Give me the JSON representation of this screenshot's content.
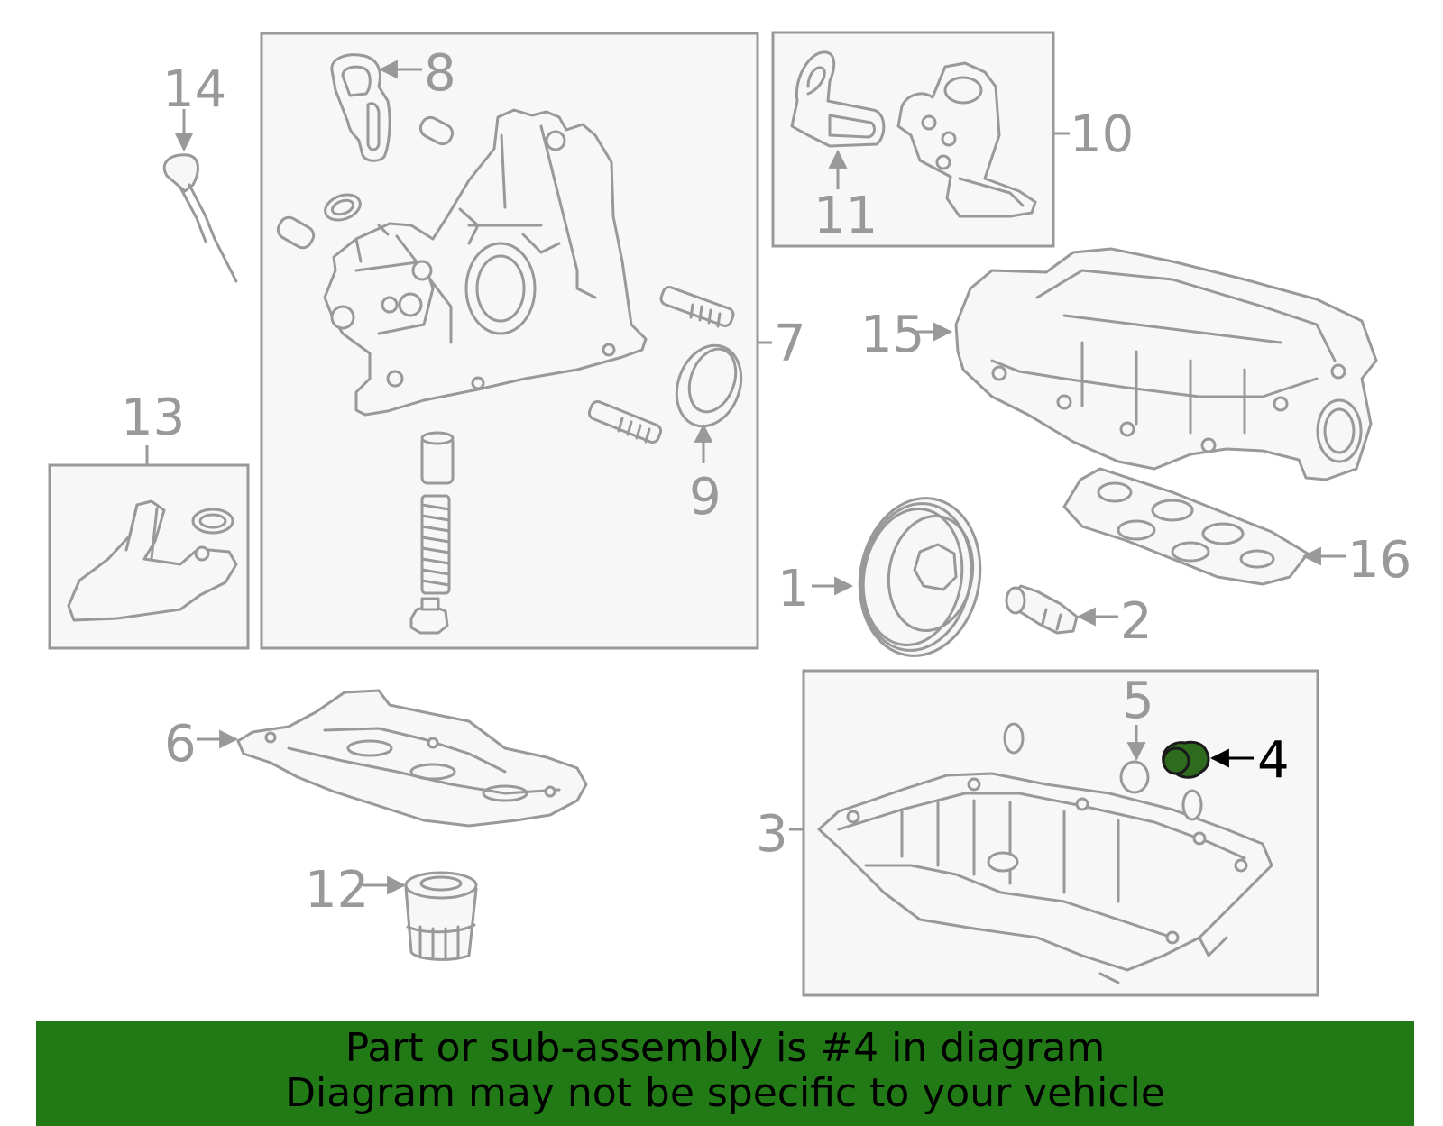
{
  "callouts": {
    "c1": "1",
    "c2": "2",
    "c3": "3",
    "c4": "4",
    "c5": "5",
    "c6": "6",
    "c7": "7",
    "c8": "8",
    "c9": "9",
    "c10": "10",
    "c11": "11",
    "c12": "12",
    "c13": "13",
    "c14": "14",
    "c15": "15",
    "c16": "16"
  },
  "highlighted_part": "4",
  "colors": {
    "line": "#999999",
    "highlight_fill": "#2e6b1e",
    "banner_bg": "#227a17",
    "text_active": "#000000"
  },
  "banner": {
    "line1": "Part or sub-assembly is #4 in diagram",
    "line2": "Diagram may not be specific to your vehicle"
  }
}
